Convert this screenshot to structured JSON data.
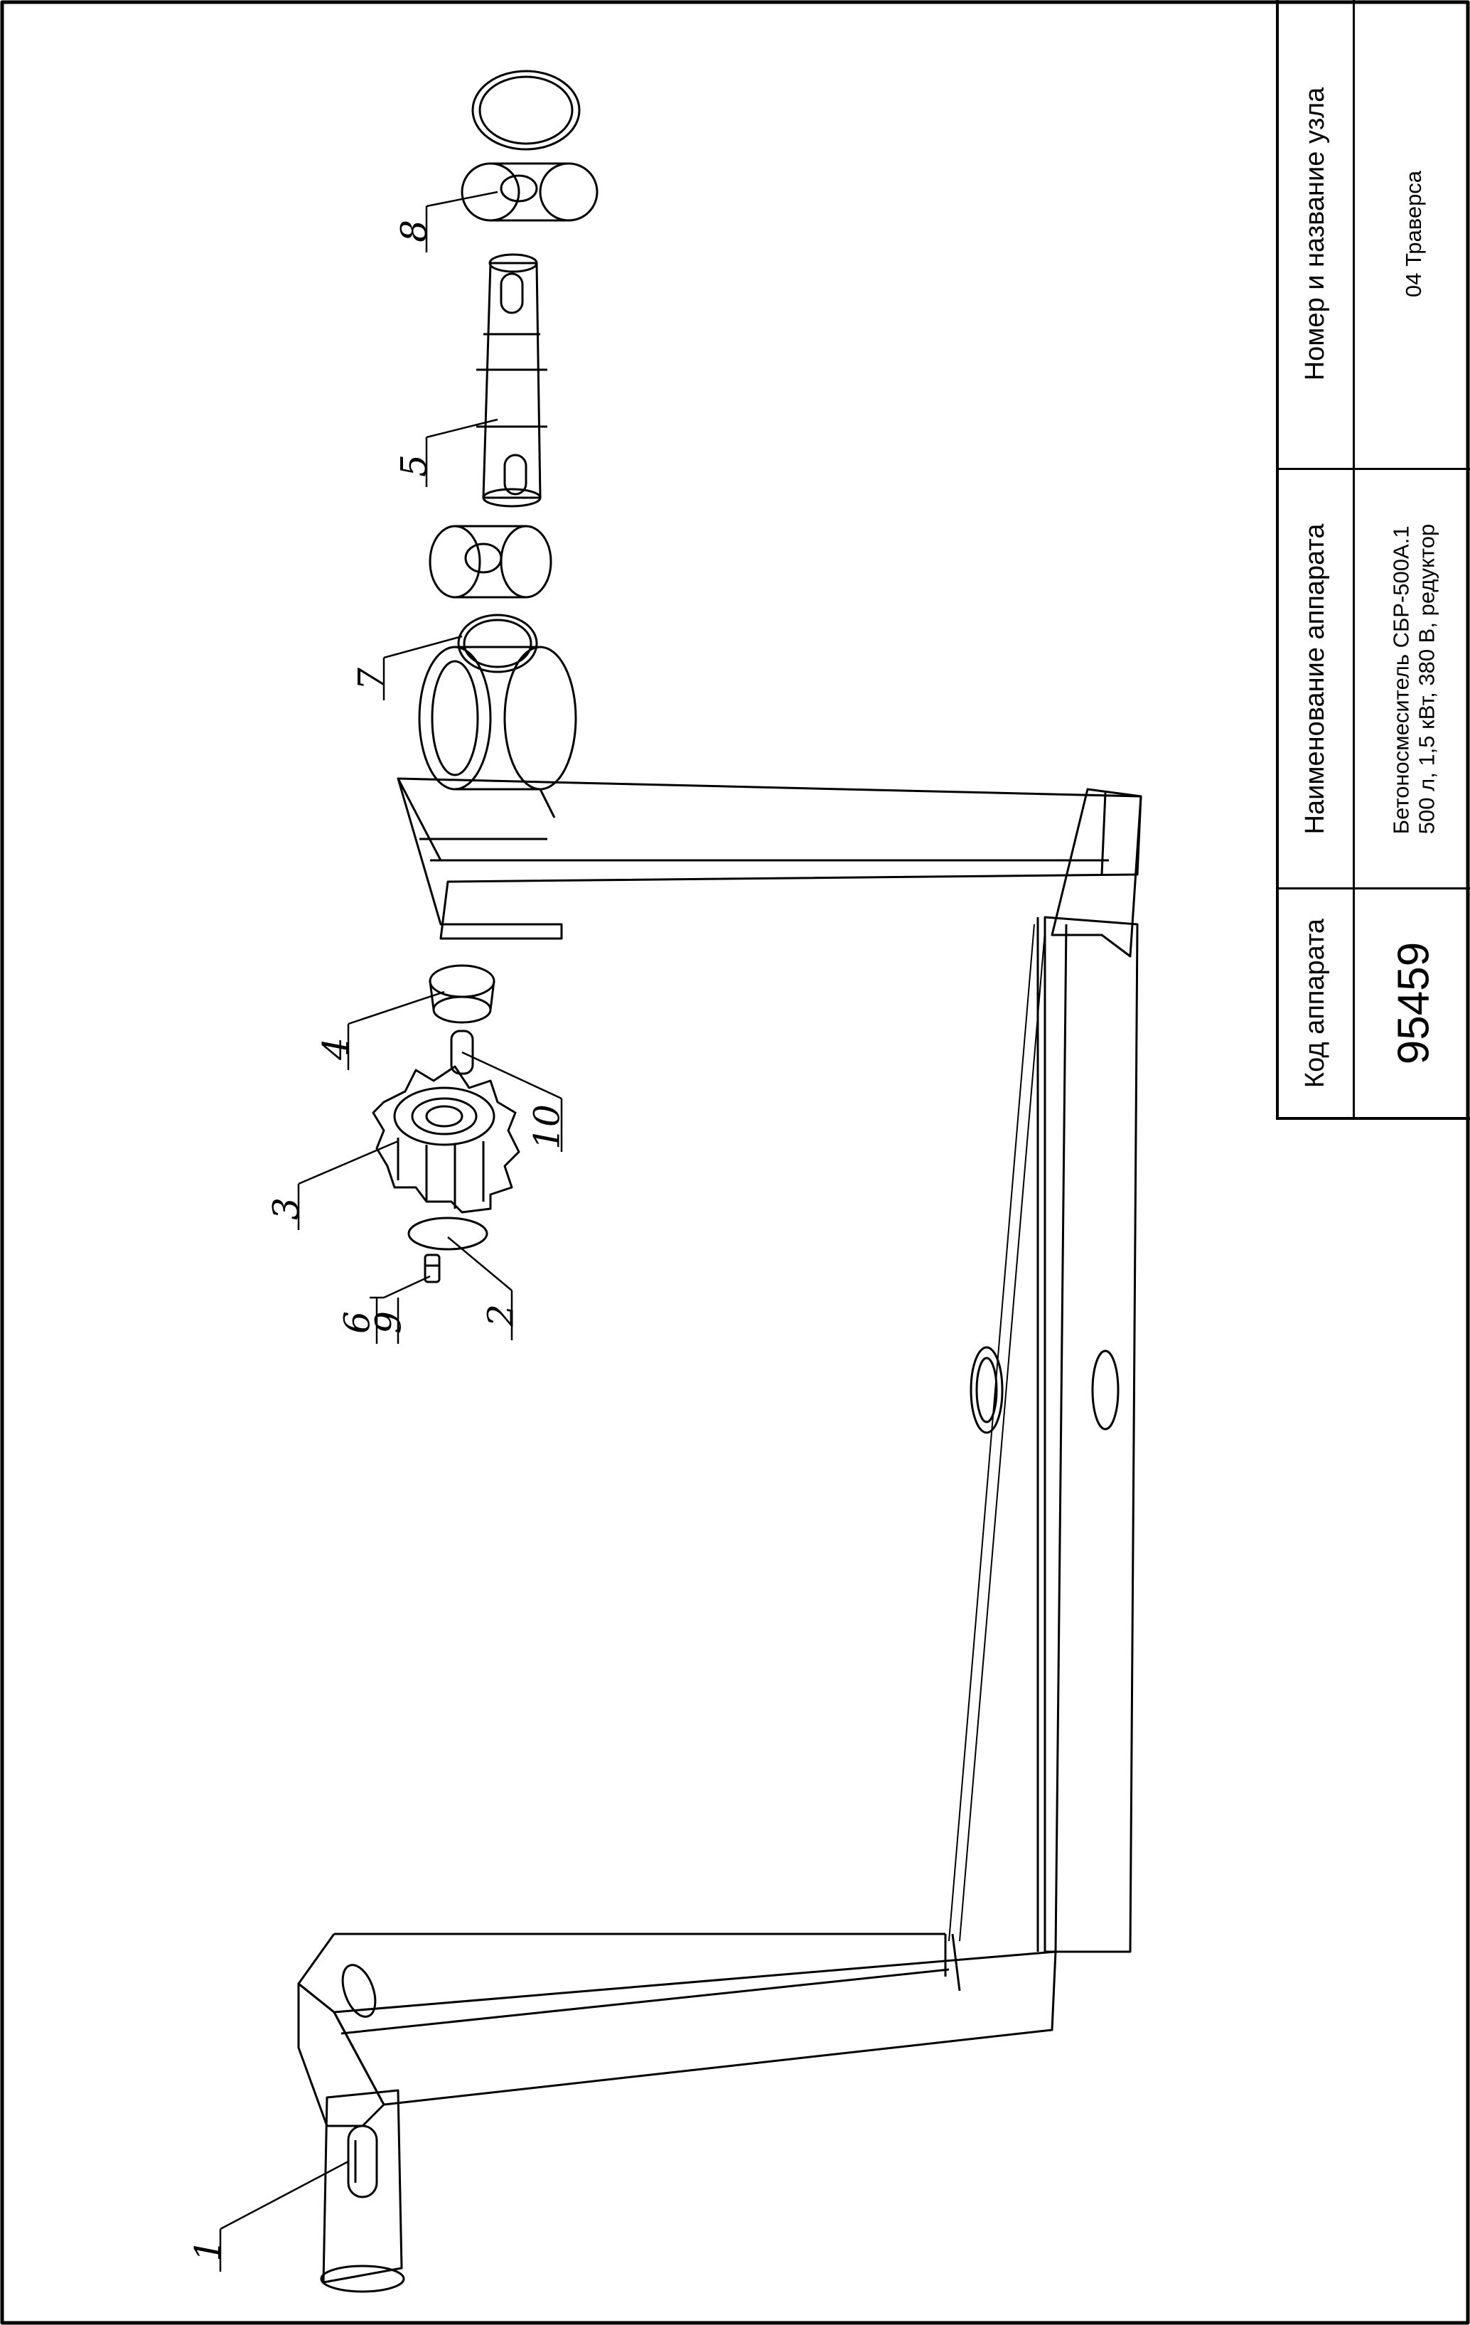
{
  "title_block": {
    "code_header": "Код аппарата",
    "code_value": "95459",
    "name_header": "Наименование аппарата",
    "name_value_line1": "Бетоносмеситель СБР-500А.1",
    "name_value_line2": "500 л, 1,5 кВт, 380 В, редуктор",
    "node_header": "Номер и название узла",
    "node_value": "04 Траверса"
  },
  "callouts": [
    "1",
    "2",
    "3",
    "4",
    "5",
    "6",
    "7",
    "8",
    "9",
    "10"
  ]
}
